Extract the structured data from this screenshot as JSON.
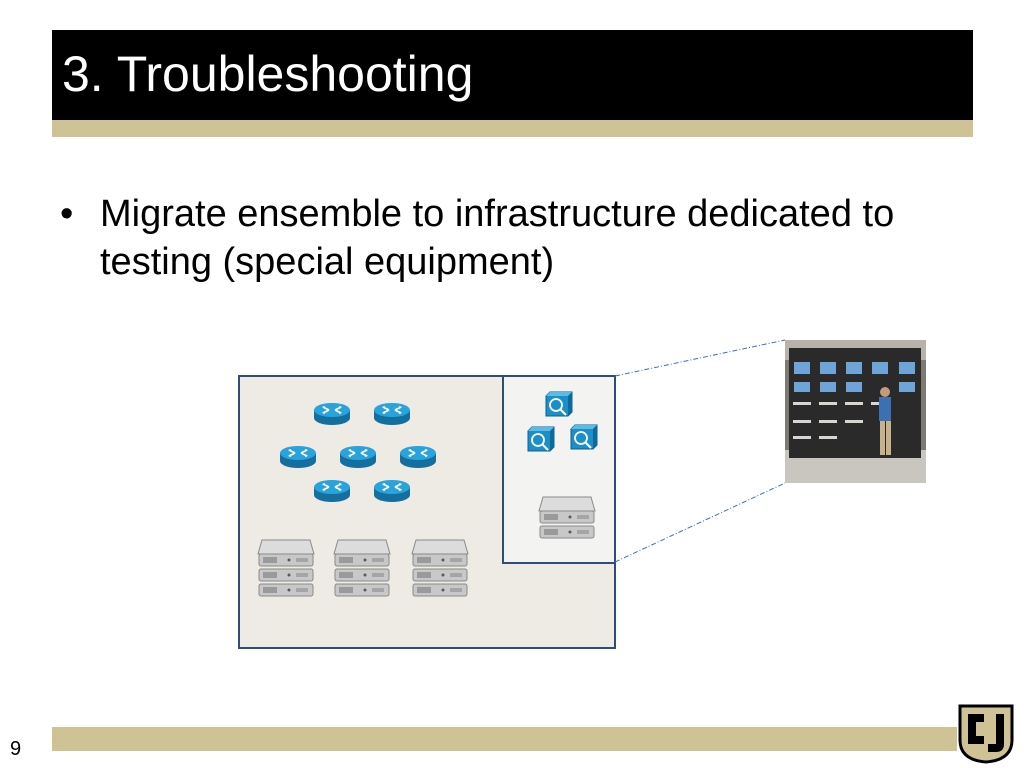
{
  "slide": {
    "title": "3. Troubleshooting",
    "bullets": [
      "Migrate ensemble to infrastructure dedicated to testing (special equipment)"
    ],
    "slide_number": "9"
  },
  "colors": {
    "title_bar": "#000000",
    "accent_gold": "#cfc294",
    "diagram_panel": "#edebe3",
    "diagram_border": "#2f4d7a",
    "router_blue": "#1b8fc9",
    "connector_line": "#3b6fb6"
  },
  "diagram": {
    "icons": {
      "router": "router-icon",
      "server": "server-stack-icon",
      "analyzer": "network-analyzer-icon",
      "photo": "test-lab-photo"
    }
  }
}
